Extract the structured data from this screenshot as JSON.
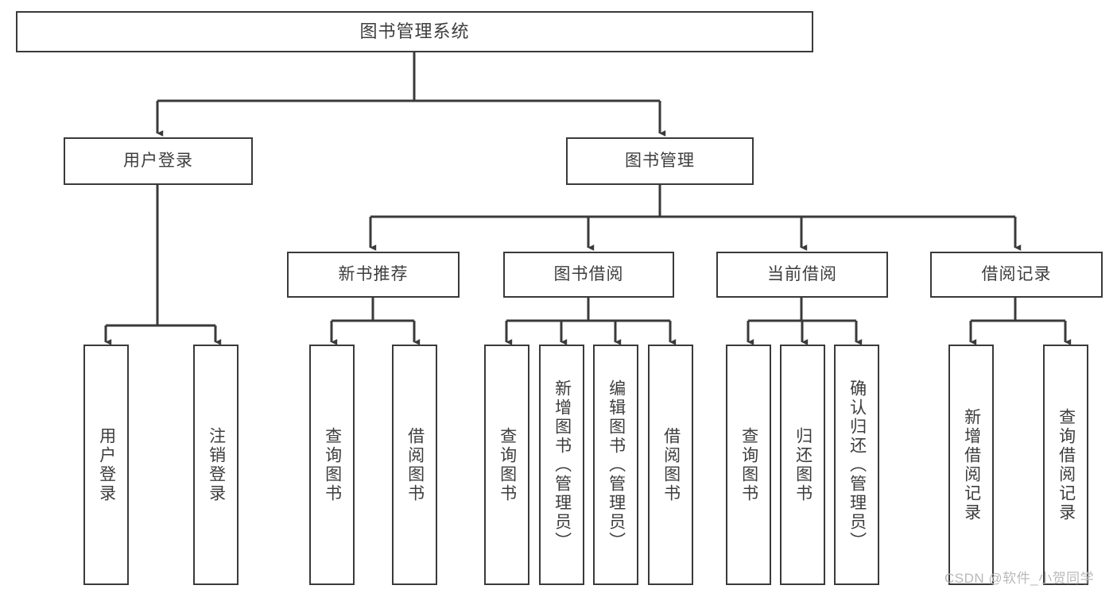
{
  "diagram": {
    "type": "tree",
    "title": "图书管理系统",
    "root": {
      "label": "图书管理系统"
    },
    "level1": [
      {
        "label": "用户登录"
      },
      {
        "label": "图书管理"
      }
    ],
    "level2": [
      {
        "label": "新书推荐"
      },
      {
        "label": "图书借阅"
      },
      {
        "label": "当前借阅"
      },
      {
        "label": "借阅记录"
      }
    ],
    "leaves": {
      "user_login": [
        {
          "label": "用户登录"
        },
        {
          "label": "注销登录"
        }
      ],
      "new_book_recommend": [
        {
          "label": "查询图书"
        },
        {
          "label": "借阅图书"
        }
      ],
      "book_borrow": [
        {
          "label": "查询图书"
        },
        {
          "label": "新增图书（管理员）"
        },
        {
          "label": "编辑图书（管理员）"
        },
        {
          "label": "借阅图书"
        }
      ],
      "current_borrow": [
        {
          "label": "查询图书"
        },
        {
          "label": "归还图书"
        },
        {
          "label": "确认归还（管理员）"
        }
      ],
      "borrow_record": [
        {
          "label": "新增借阅记录"
        },
        {
          "label": "查询借阅记录"
        }
      ]
    }
  },
  "watermark": {
    "text": "CSDN @软件_小贺同学"
  },
  "colors": {
    "stroke": "#3a3a3a",
    "text": "#3d3d3d",
    "background": "#ffffff",
    "watermark": "#b9b9b9"
  }
}
